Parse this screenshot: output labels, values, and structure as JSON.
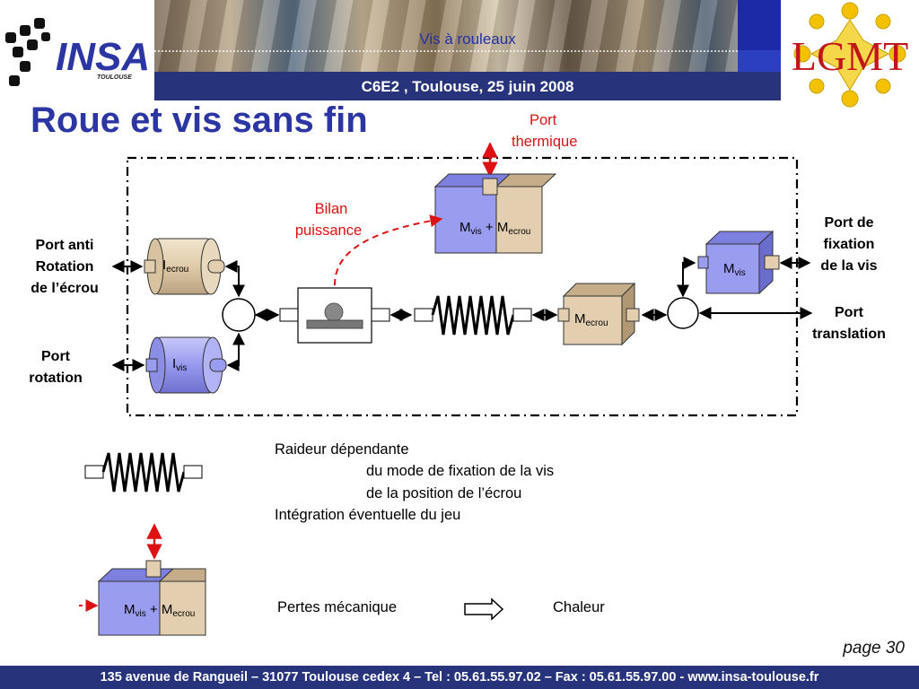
{
  "header": {
    "logo_left_text": "INSA",
    "logo_left_sub": "TOULOUSE",
    "banner_title": "Vis à rouleaux",
    "bar_text": "C6E2 , Toulouse, 25 juin 2008",
    "logo_right_text": "LGMT"
  },
  "title": "Roue et vis sans fin",
  "diagram": {
    "port_thermique": [
      "Port",
      "thermique"
    ],
    "bilan": [
      "Bilan",
      "puissance"
    ],
    "port_anti_rotation": [
      "Port anti",
      "Rotation",
      "de l’écrou"
    ],
    "port_rotation": [
      "Port",
      "rotation"
    ],
    "port_fixation": [
      "Port de",
      "fixation",
      "de la vis"
    ],
    "port_translation": [
      "Port",
      "translation"
    ],
    "cyl_ecrou": {
      "main": "I",
      "sub": "ecrou"
    },
    "cyl_vis": {
      "main": "I",
      "sub": "vis"
    },
    "cube_top": {
      "m1": "M",
      "s1": "vis",
      "plus": " + ",
      "m2": "M",
      "s2": "ecrou"
    },
    "cube_ecrou": {
      "main": "M",
      "sub": "ecrou"
    },
    "cube_vis": {
      "main": "M",
      "sub": "vis"
    }
  },
  "legend": {
    "raideur": "Raideur dépendante",
    "mode": "du mode de fixation de la vis",
    "position": "de la position de l’écrou",
    "integration": "Intégration éventuelle du jeu",
    "pertes": "Pertes mécanique",
    "chaleur": "Chaleur",
    "cube": {
      "m1": "M",
      "s1": "vis",
      "plus": " + ",
      "m2": "M",
      "s2": "ecrou"
    }
  },
  "page": "page 30",
  "footer": "135 avenue de Rangueil – 31077 Toulouse cedex 4 – Tel : 05.61.55.97.02 – Fax : 05.61.55.97.00 - www.insa-toulouse.fr",
  "colors": {
    "blue_title": "#2b36a3",
    "bar": "#27347c",
    "red": "#dd1111",
    "vis_blue": "#9a9cf0",
    "ecrou_beige": "#e3cfb0"
  }
}
